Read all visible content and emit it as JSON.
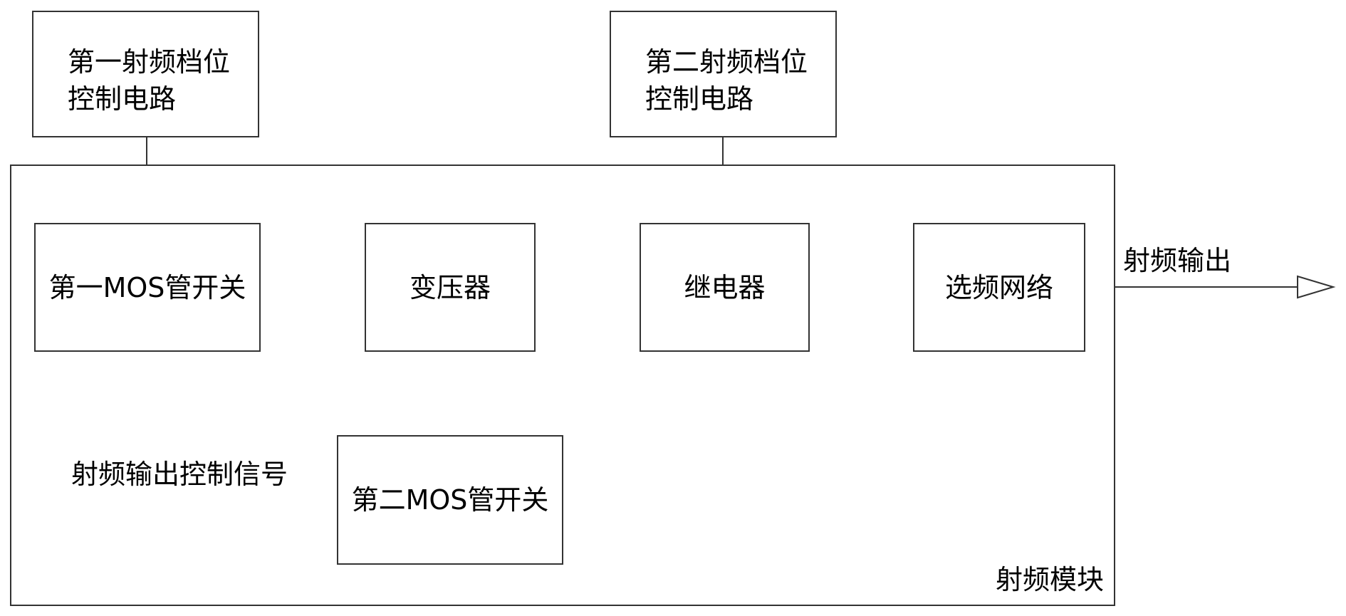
{
  "blocks": {
    "first_rf_gear_control": {
      "line1": "第一射频档位",
      "line2": "控制电路"
    },
    "second_rf_gear_control": {
      "line1": "第二射频档位",
      "line2": "控制电路"
    },
    "first_mos_switch": "第一MOS管开关",
    "transformer": "变压器",
    "relay": "继电器",
    "freq_select_network": "选频网络",
    "second_mos_switch": "第二MOS管开关"
  },
  "rf_module_label": "射频模块",
  "rf_output_label": "射频输出",
  "rf_output_control_signal_label": "射频输出控制信号",
  "colors": {
    "line": "#333333",
    "text": "#000000",
    "background": "#ffffff"
  }
}
